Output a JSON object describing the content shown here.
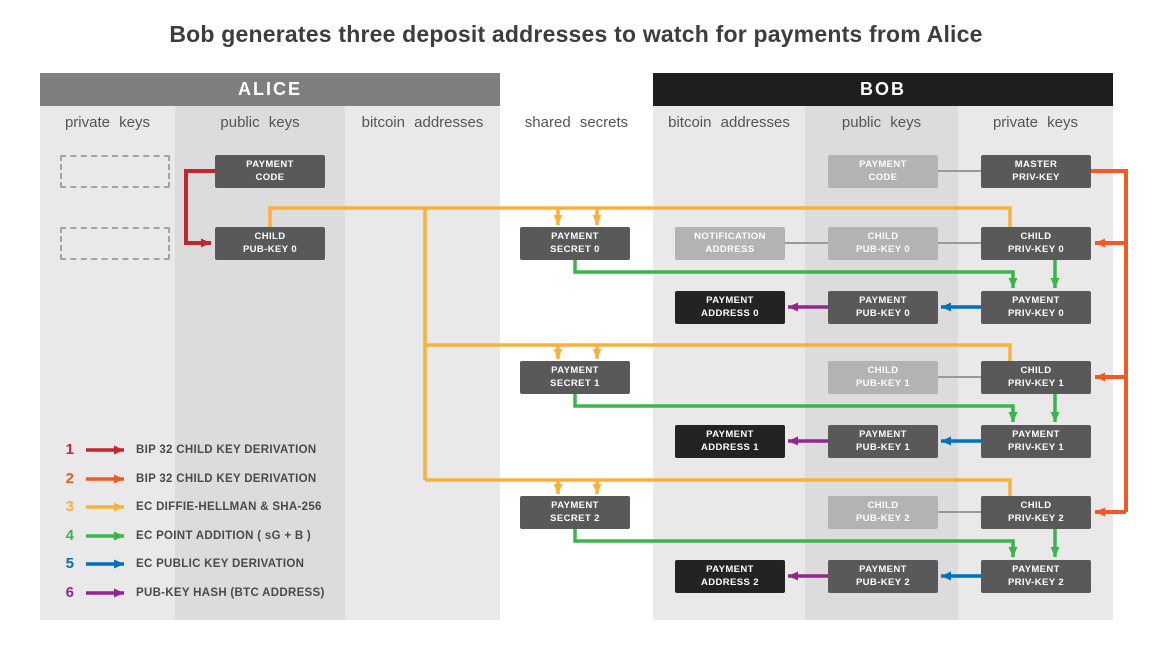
{
  "title": "Bob generates three deposit addresses to watch for payments from Alice",
  "panels": {
    "alice": "ALICE",
    "bob": "BOB"
  },
  "column_labels": [
    "private keys",
    "public keys",
    "bitcoin addresses",
    "shared secrets",
    "bitcoin addresses",
    "public keys",
    "private keys"
  ],
  "alice": {
    "payment_code": {
      "line1": "PAYMENT",
      "line2": "CODE"
    },
    "child_pub_key_0": {
      "line1": "CHILD",
      "line2": "PUB-KEY 0"
    }
  },
  "shared": {
    "secret_0": {
      "line1": "PAYMENT",
      "line2": "SECRET 0"
    },
    "secret_1": {
      "line1": "PAYMENT",
      "line2": "SECRET 1"
    },
    "secret_2": {
      "line1": "PAYMENT",
      "line2": "SECRET 2"
    }
  },
  "bob": {
    "notification_address": {
      "line1": "NOTIFICATION",
      "line2": "ADDRESS"
    },
    "payment_address_0": {
      "line1": "PAYMENT",
      "line2": "ADDRESS 0"
    },
    "payment_address_1": {
      "line1": "PAYMENT",
      "line2": "ADDRESS 1"
    },
    "payment_address_2": {
      "line1": "PAYMENT",
      "line2": "ADDRESS 2"
    },
    "payment_code": {
      "line1": "PAYMENT",
      "line2": "CODE"
    },
    "child_pub_key_0": {
      "line1": "CHILD",
      "line2": "PUB-KEY 0"
    },
    "child_pub_key_1": {
      "line1": "CHILD",
      "line2": "PUB-KEY 1"
    },
    "child_pub_key_2": {
      "line1": "CHILD",
      "line2": "PUB-KEY 2"
    },
    "payment_pub_key_0": {
      "line1": "PAYMENT",
      "line2": "PUB-KEY 0"
    },
    "payment_pub_key_1": {
      "line1": "PAYMENT",
      "line2": "PUB-KEY 1"
    },
    "payment_pub_key_2": {
      "line1": "PAYMENT",
      "line2": "PUB-KEY 2"
    },
    "master_priv_key": {
      "line1": "MASTER",
      "line2": "PRIV-KEY"
    },
    "child_priv_key_0": {
      "line1": "CHILD",
      "line2": "PRIV-KEY 0"
    },
    "child_priv_key_1": {
      "line1": "CHILD",
      "line2": "PRIV-KEY 1"
    },
    "child_priv_key_2": {
      "line1": "CHILD",
      "line2": "PRIV-KEY 2"
    },
    "payment_priv_key_0": {
      "line1": "PAYMENT",
      "line2": "PRIV-KEY 0"
    },
    "payment_priv_key_1": {
      "line1": "PAYMENT",
      "line2": "PRIV-KEY 1"
    },
    "payment_priv_key_2": {
      "line1": "PAYMENT",
      "line2": "PRIV-KEY 2"
    }
  },
  "legend": {
    "items": [
      {
        "num": "1",
        "label": "BIP 32 CHILD KEY DERIVATION",
        "color": "#c1272d"
      },
      {
        "num": "2",
        "label": "BIP 32 CHILD KEY DERIVATION",
        "color": "#f15a24"
      },
      {
        "num": "3",
        "label": "EC DIFFIE-HELLMAN & SHA-256",
        "color": "#fbb03b"
      },
      {
        "num": "4",
        "label": "EC POINT ADDITION ( sG + B )",
        "color": "#39b54a"
      },
      {
        "num": "5",
        "label": "EC PUBLIC KEY DERIVATION",
        "color": "#0071bc"
      },
      {
        "num": "6",
        "label": "PUB-KEY HASH (BTC ADDRESS)",
        "color": "#93278f"
      }
    ]
  },
  "colors": {
    "red": "#c1272d",
    "orange": "#f15a24",
    "yellow": "#fbb03b",
    "green": "#39b54a",
    "blue": "#0071bc",
    "purple": "#93278f",
    "connector_gray": "#999999",
    "dark_box": "#595959",
    "light_box": "#b3b3b3",
    "black_box": "#232323",
    "alice_header": "#7f7f7f",
    "bob_header": "#1e1e1e"
  }
}
